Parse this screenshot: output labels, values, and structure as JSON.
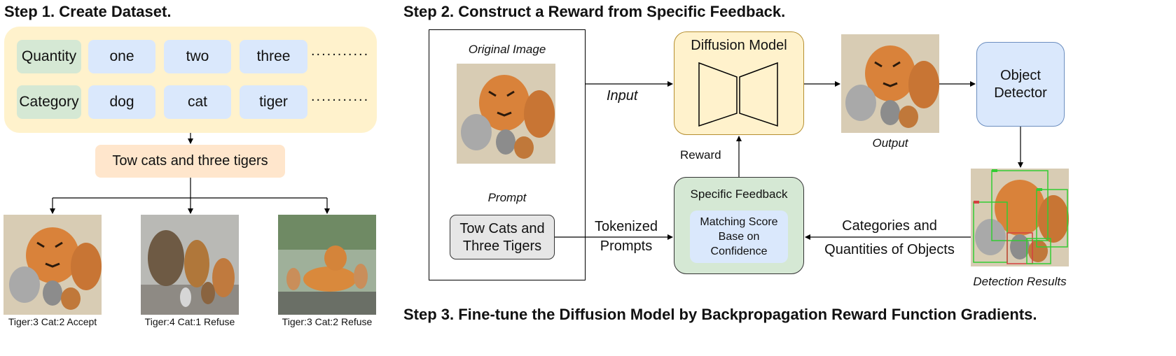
{
  "step1": {
    "title": "Step 1. Create Dataset.",
    "quantity_label": "Quantity",
    "quantities": [
      "one",
      "two",
      "three"
    ],
    "category_label": "Category",
    "categories": [
      "dog",
      "cat",
      "tiger"
    ],
    "ellipsis": "...........",
    "prompt": "Tow cats and three tigers",
    "samples": [
      {
        "caption": "Tiger:3 Cat:2 Accept"
      },
      {
        "caption": "Tiger:4 Cat:1 Refuse"
      },
      {
        "caption": "Tiger:3 Cat:2 Refuse"
      }
    ]
  },
  "step2": {
    "title": "Step 2. Construct a Reward from Specific Feedback.",
    "original_image_label": "Original Image",
    "prompt_label": "Prompt",
    "prompt_box_line1": "Tow Cats and",
    "prompt_box_line2": "Three Tigers",
    "input_label": "Input",
    "diffusion_model_label": "Diffusion Model",
    "output_label": "Output",
    "object_detector_line1": "Object",
    "object_detector_line2": "Detector",
    "reward_label": "Reward",
    "specific_feedback_label": "Specific Feedback",
    "matching_line1": "Matching Score",
    "matching_line2": "Base on",
    "matching_line3": "Confidence",
    "tokenized_line1": "Tokenized",
    "tokenized_line2": "Prompts",
    "categories_line1": "Categories and",
    "categories_line2": "Quantities of Objects",
    "detection_results_label": "Detection Results"
  },
  "step3": {
    "title": "Step 3. Fine-tune the Diffusion Model by Backpropagation Reward Function Gradients."
  },
  "colors": {
    "dataset_panel": "#fff2cc",
    "prompt_chip": "#ffe6cc",
    "green_chip": "#d5e8d4",
    "blue_chip": "#dae8fc",
    "diffusion_box": "#fff2cc",
    "detector_box": "#dae8fc",
    "feedback_box": "#d5e8d4",
    "detection_box_color": "#33cc33"
  },
  "icons": [
    "tiger-cat-photo",
    "diffusion-unet-icon"
  ]
}
